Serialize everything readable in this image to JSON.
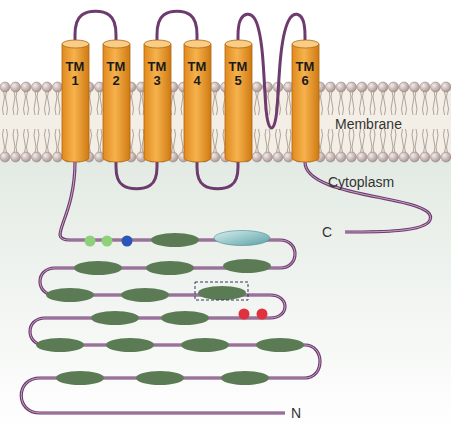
{
  "diagram": {
    "nodes": [
      {
        "text": [
          "TM 1"
        ]
      },
      {
        "text": [
          "TM 2"
        ]
      },
      {
        "text": [
          "TM 3"
        ]
      },
      {
        "text": [
          "TM 4"
        ]
      },
      {
        "text": [
          "TM 5"
        ]
      },
      {
        "text": [
          "TM 6"
        ]
      }
    ],
    "edges": [
      {
        "from": 0,
        "to": 1,
        "arrow": "none"
      },
      {
        "from": 1,
        "to": 2,
        "arrow": "none"
      },
      {
        "from": 2,
        "to": 3,
        "arrow": "none"
      },
      {
        "from": 3,
        "to": 4,
        "arrow": "none"
      },
      {
        "from": 4,
        "to": 5,
        "arrow": "none"
      }
    ],
    "labels": [
      "Membrane",
      "Cytoplasm",
      "C",
      "N"
    ]
  }
}
